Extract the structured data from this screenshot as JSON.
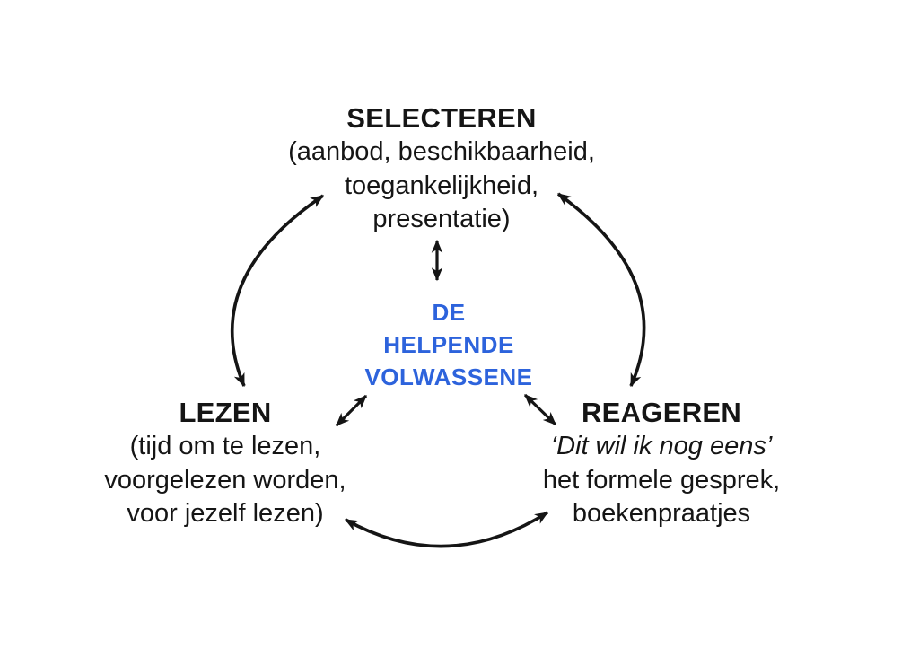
{
  "diagram": {
    "center": {
      "lines": [
        "DE",
        "HELPENDE",
        "VOLWASSENE"
      ],
      "color": "#2d63dc"
    },
    "nodes": [
      {
        "id": "selecteren",
        "title": "SELECTEREN",
        "lines": [
          "(aanbod, beschikbaarheid,",
          "toegankelijkheid,",
          "presentatie)"
        ]
      },
      {
        "id": "lezen",
        "title": "LEZEN",
        "lines": [
          "(tijd om te lezen,",
          "voorgelezen worden,",
          "voor jezelf lezen)"
        ]
      },
      {
        "id": "reageren",
        "title": "REAGEREN",
        "quote": "‘Dit wil ik nog eens’",
        "lines": [
          "het formele gesprek,",
          "boekenpraatjes"
        ]
      }
    ],
    "arrows": [
      {
        "name": "arc-lezen-selecteren",
        "from": "LEZEN",
        "to": "SELECTEREN",
        "bidirectional": true
      },
      {
        "name": "arc-selecteren-reageren",
        "from": "SELECTEREN",
        "to": "REAGEREN",
        "bidirectional": true
      },
      {
        "name": "arc-reageren-lezen",
        "from": "REAGEREN",
        "to": "LEZEN",
        "bidirectional": true
      },
      {
        "name": "link-center-selecteren",
        "from": "DE HELPENDE VOLWASSENE",
        "to": "SELECTEREN",
        "bidirectional": true
      },
      {
        "name": "link-center-lezen",
        "from": "DE HELPENDE VOLWASSENE",
        "to": "LEZEN",
        "bidirectional": true
      },
      {
        "name": "link-center-reageren",
        "from": "DE HELPENDE VOLWASSENE",
        "to": "REAGEREN",
        "bidirectional": true
      }
    ],
    "colors": {
      "text": "#151515",
      "accent": "#2d63dc",
      "background": "#ffffff"
    }
  }
}
